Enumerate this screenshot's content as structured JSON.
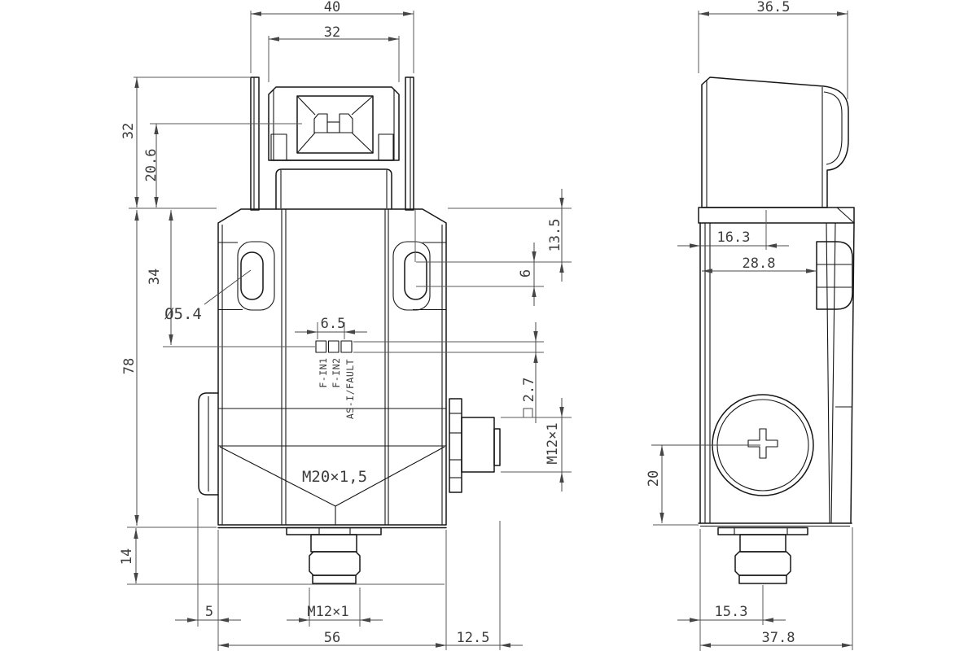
{
  "drawing": {
    "front_view": {
      "head_width_outer": "40",
      "head_width_inner": "32",
      "head_height": "32",
      "actuator_depth": "20.6",
      "slot_offset": "34",
      "body_height": "78",
      "connector_height": "14",
      "slot_diameter": "Ø5.4",
      "led_spacing": "6.5",
      "slot_top_offset": "13.5",
      "slot_length": "6",
      "led_size": "2.7",
      "side_connector_thread": "M12×1",
      "cable_gland_thread": "M20×1,5",
      "bottom_connector_thread": "M12×1",
      "cap_protrusion": "5",
      "body_width": "56",
      "connector_protrusion": "12.5",
      "led_labels": [
        "F-IN1",
        "F-IN2",
        "AS-I/FAULT"
      ]
    },
    "side_view": {
      "head_depth": "36.5",
      "front_depth": "16.3",
      "body_depth_upper": "28.8",
      "screw_offset": "20",
      "connector_offset": "15.3",
      "body_depth": "37.8"
    },
    "colors": {
      "line": "#161616",
      "dimension": "#5a5a5a",
      "background": "#ffffff"
    }
  }
}
